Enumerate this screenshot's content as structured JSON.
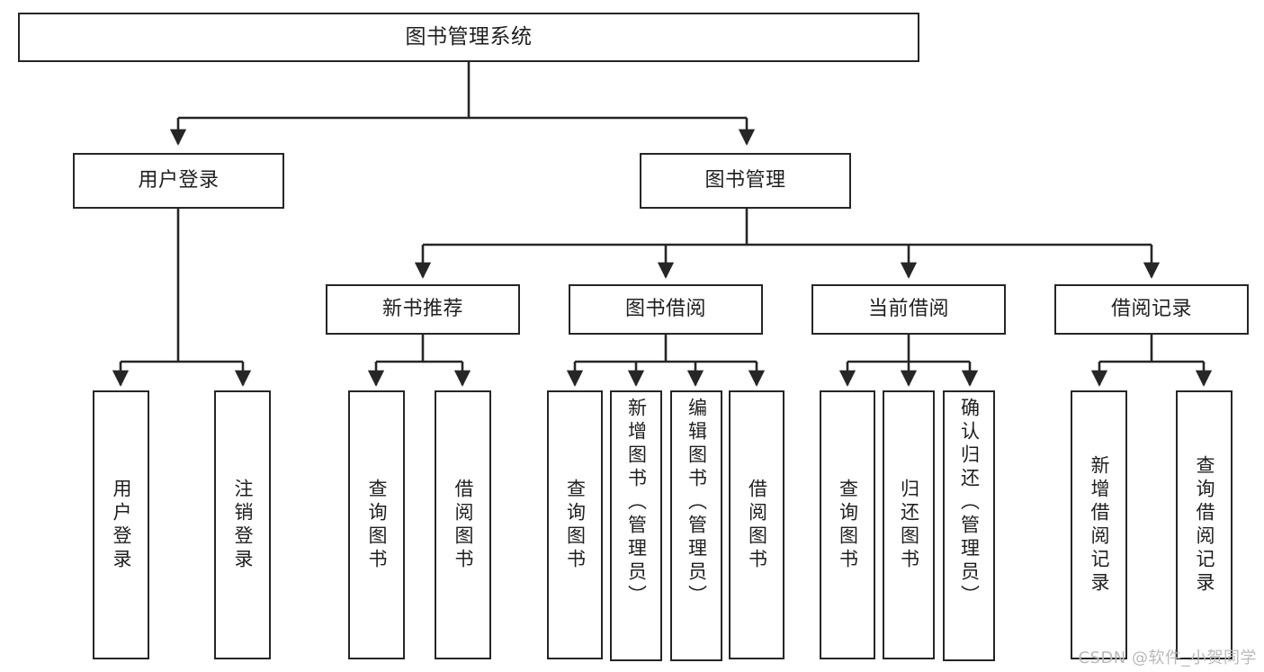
{
  "diagram": {
    "title": "图书管理系统",
    "type": "功能结构图",
    "style": {
      "box_border_color": "#262626",
      "box_fill_color": "#ffffff",
      "connector_color": "#262626",
      "text_color": "#1f1f1f",
      "background": "#ffffff"
    },
    "levels": {
      "root": {
        "label": "图书管理系统"
      },
      "level2": [
        {
          "label": "用户登录"
        },
        {
          "label": "图书管理"
        }
      ],
      "level3": [
        {
          "label": "新书推荐"
        },
        {
          "label": "图书借阅"
        },
        {
          "label": "当前借阅"
        },
        {
          "label": "借阅记录"
        }
      ],
      "leaves_user_login": [
        {
          "label": "用户登录"
        },
        {
          "label": "注销登录"
        }
      ],
      "leaves_new_books": [
        {
          "label": "查询图书"
        },
        {
          "label": "借阅图书"
        }
      ],
      "leaves_borrow": [
        {
          "label": "查询图书"
        },
        {
          "label": "新增图书（管理员）"
        },
        {
          "label": "编辑图书（管理员）"
        },
        {
          "label": "借阅图书"
        }
      ],
      "leaves_current": [
        {
          "label": "查询图书"
        },
        {
          "label": "归还图书"
        },
        {
          "label": "确认归还（管理员）"
        }
      ],
      "leaves_records": [
        {
          "label": "新增借阅记录"
        },
        {
          "label": "查询借阅记录"
        }
      ]
    }
  },
  "watermark": {
    "text": "CSDN @软件_小贺同学"
  }
}
